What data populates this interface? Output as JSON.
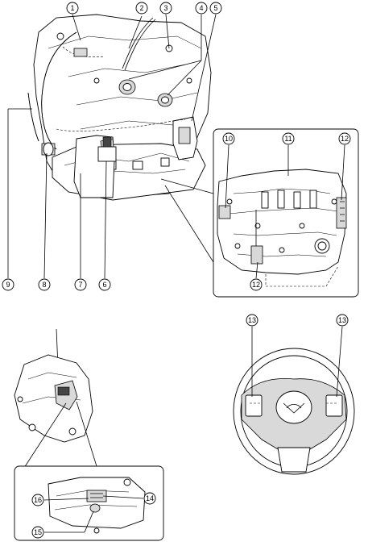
{
  "callouts": [
    {
      "id": "c1",
      "label": "1"
    },
    {
      "id": "c2",
      "label": "2"
    },
    {
      "id": "c3",
      "label": "3"
    },
    {
      "id": "c4",
      "label": "4"
    },
    {
      "id": "c5",
      "label": "5"
    },
    {
      "id": "c6",
      "label": "6"
    },
    {
      "id": "c7",
      "label": "7"
    },
    {
      "id": "c8",
      "label": "8"
    },
    {
      "id": "c9",
      "label": "9"
    },
    {
      "id": "c10",
      "label": "10"
    },
    {
      "id": "c11",
      "label": "11"
    },
    {
      "id": "c12a",
      "label": "12"
    },
    {
      "id": "c12b",
      "label": "12"
    },
    {
      "id": "c13a",
      "label": "13"
    },
    {
      "id": "c13b",
      "label": "13"
    },
    {
      "id": "c14",
      "label": "14"
    },
    {
      "id": "c15",
      "label": "15"
    },
    {
      "id": "c16",
      "label": "16"
    }
  ],
  "colors": {
    "line": "#000000",
    "shade": "#d9d9d9",
    "background": "#ffffff"
  }
}
